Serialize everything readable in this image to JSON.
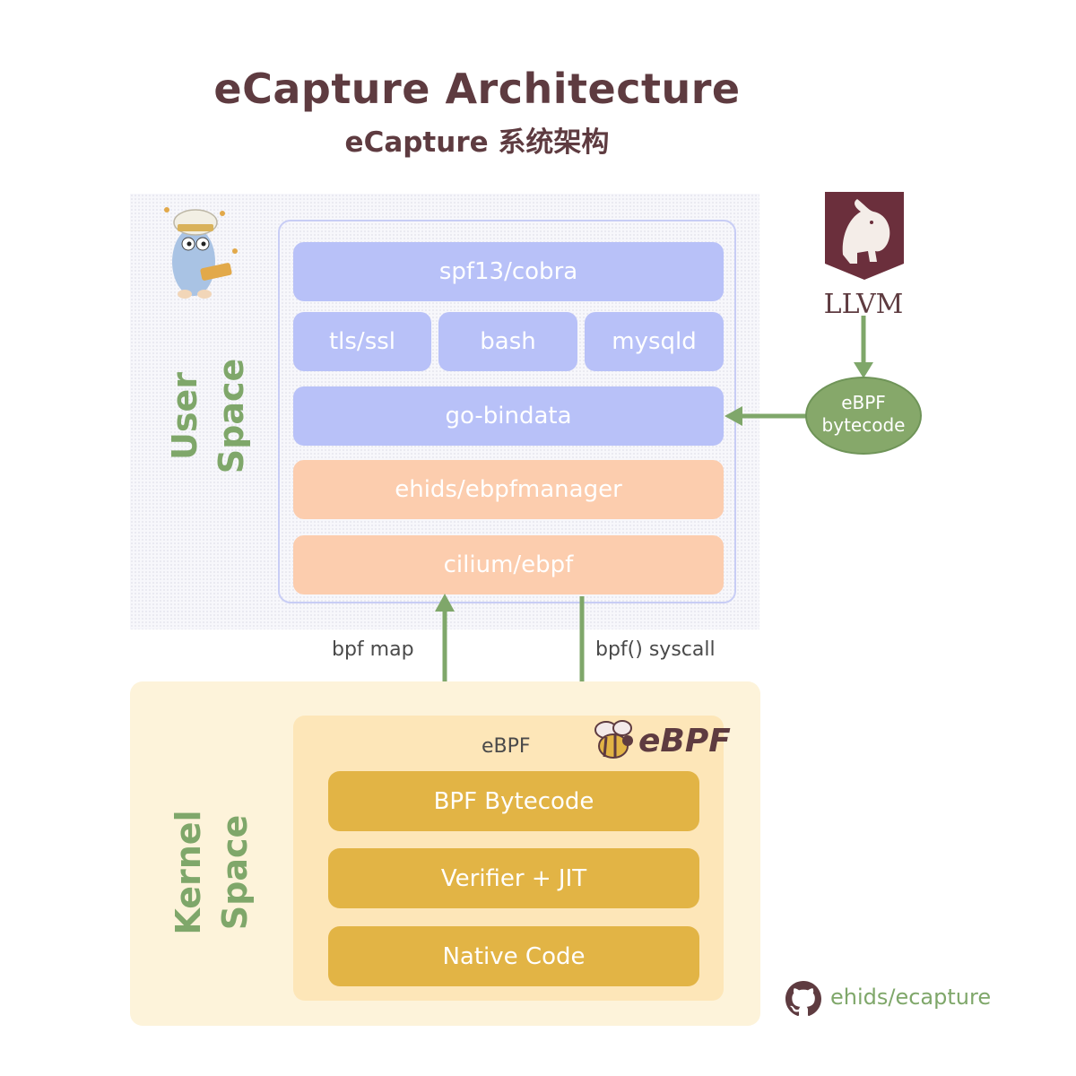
{
  "title": "eCapture Architecture",
  "subtitle": "eCapture 系统架构",
  "user_space": {
    "label_line1": "User",
    "label_line2": "Space",
    "boxes": {
      "cobra": "spf13/cobra",
      "tls": "tls/ssl",
      "bash": "bash",
      "mysqld": "mysqld",
      "bindata": "go-bindata",
      "ebpfmanager": "ehids/ebpfmanager",
      "cilium": "cilium/ebpf"
    }
  },
  "kernel_space": {
    "label_line1": "Kernel",
    "label_line2": "Space",
    "ebpf_title": "eBPF",
    "ebpf_logo_text": "eBPF",
    "boxes": {
      "bytecode": "BPF Bytecode",
      "verifier": "Verifier + JIT",
      "native": "Native Code"
    }
  },
  "edges": {
    "bpf_map": "bpf map",
    "bpf_syscall": "bpf() syscall"
  },
  "llvm": {
    "label": "LLVM",
    "bytecode_line1": "eBPF",
    "bytecode_line2": "bytecode"
  },
  "footer": {
    "repo": "ehids/ecapture",
    "icon": "github-icon"
  },
  "colors": {
    "title": "#5e3b40",
    "accent_green": "#7fa76a",
    "blue_box": "#b8c1f8",
    "peach_box": "#fccdae",
    "gold_box": "#e2b445",
    "kernel_bg": "#fdf3da",
    "ebpf_panel": "#fde6b8",
    "llvm_brand": "#6b2f3c"
  }
}
